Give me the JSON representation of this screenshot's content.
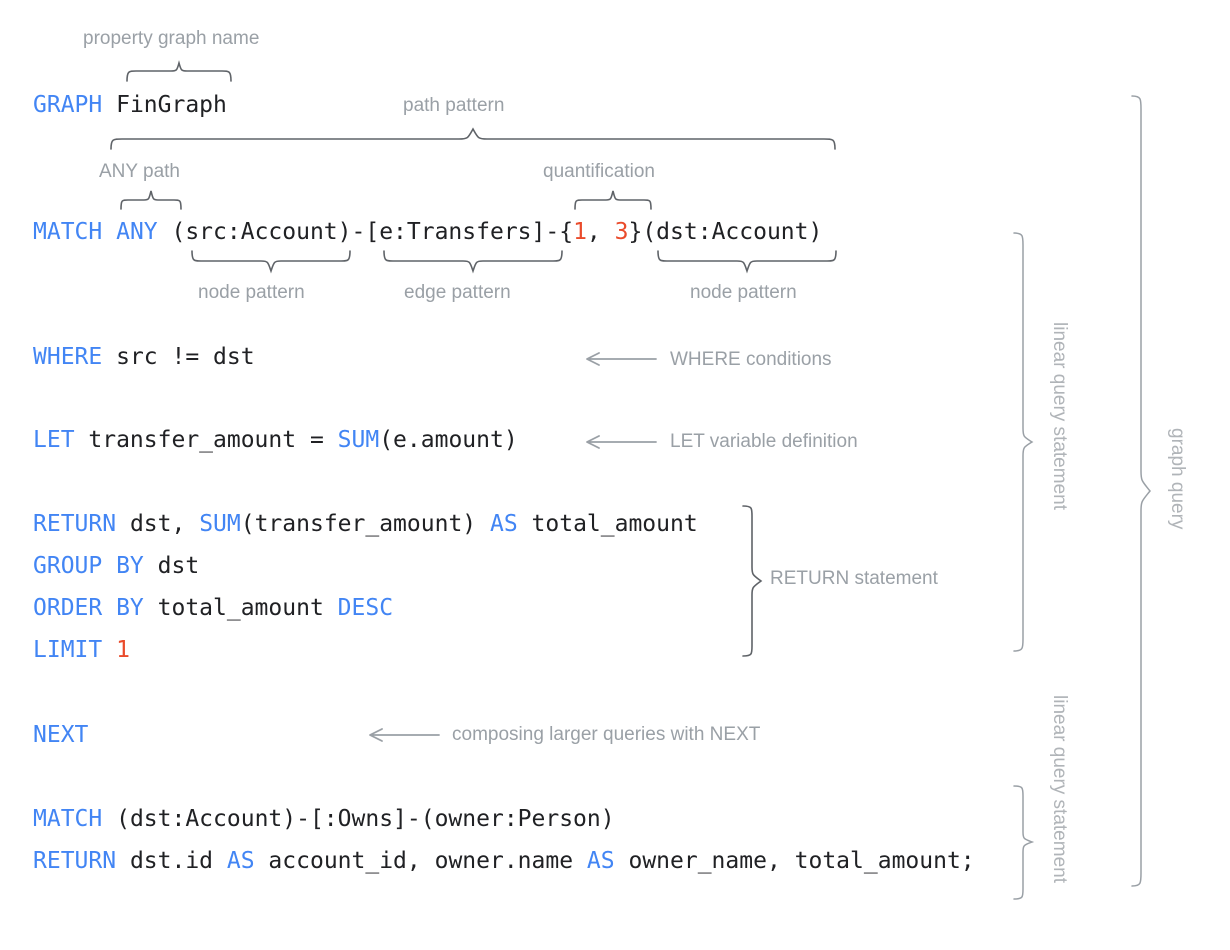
{
  "title": "GQL annotated query diagram",
  "colors": {
    "keyword": "#4285f4",
    "literal": "#ea4b2b",
    "code_text": "#202124",
    "annotation": "#9aa0a6",
    "brace": "#5f6368",
    "background": "#ffffff"
  },
  "code": {
    "line_graph": {
      "kw": "GRAPH",
      "rest": " FinGraph"
    },
    "line_match": {
      "kw1": "MATCH",
      "kw2": " ANY",
      "p1": " (src:Account)-[e:Transfers]-{",
      "n1": "1",
      "p2": ", ",
      "n2": "3",
      "p3": "}(dst:Account)"
    },
    "line_where": {
      "kw": "WHERE",
      "rest": " src != dst"
    },
    "line_let": {
      "kw": "LET",
      "rest1": " transfer_amount = ",
      "kw2": "SUM",
      "rest2": "(e.amount)"
    },
    "line_return": {
      "kw": "RETURN",
      "rest1": " dst, ",
      "kw2": "SUM",
      "rest2": "(transfer_amount) ",
      "kw3": "AS",
      "rest3": " total_amount"
    },
    "line_group": {
      "kw": "GROUP BY",
      "rest": " dst"
    },
    "line_order": {
      "kw": "ORDER BY",
      "rest1": " total_amount ",
      "kw2": "DESC"
    },
    "line_limit": {
      "kw": "LIMIT",
      "rest": " ",
      "num": "1"
    },
    "line_next": {
      "kw": "NEXT"
    },
    "line_match2": {
      "kw": "MATCH",
      "rest": " (dst:Account)-[:Owns]-(owner:Person)"
    },
    "line_return2": {
      "kw": "RETURN",
      "rest1": " dst.id ",
      "kw2": "AS",
      "rest2": " account_id, owner.name ",
      "kw3": "AS",
      "rest3": " owner_name, total_amount;"
    }
  },
  "annotations": {
    "property_graph_name": "property graph name",
    "path_pattern": "path pattern",
    "any_path": "ANY path",
    "quantification": "quantification",
    "node_pattern_left": "node pattern",
    "edge_pattern": "edge pattern",
    "node_pattern_right": "node pattern",
    "where_conditions": "WHERE conditions",
    "let_variable_definition": "LET variable definition",
    "return_statement": "RETURN statement",
    "composing_with_next": "composing larger queries with NEXT",
    "linear_query_statement_1": "linear query statement",
    "linear_query_statement_2": "linear query statement",
    "graph_query": "graph query"
  }
}
